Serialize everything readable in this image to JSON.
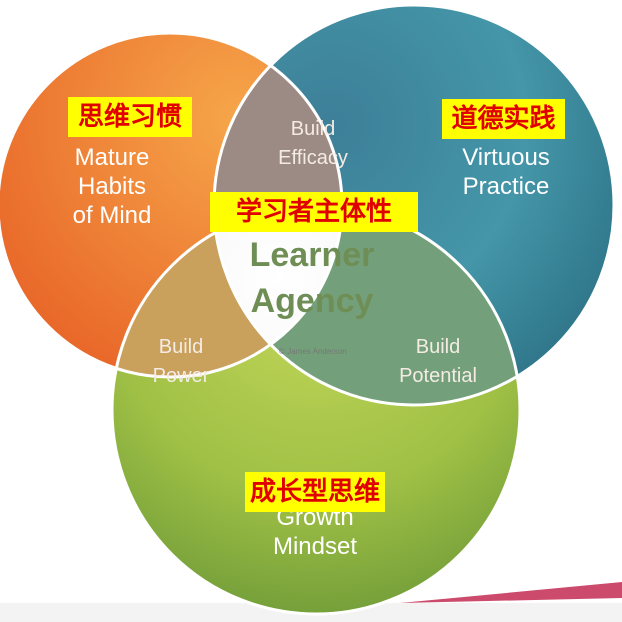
{
  "colors": {
    "orange": "#ef7d2e",
    "teal": "#3f8ea3",
    "green": "#a9c447",
    "label_bg": "#ffff00",
    "label_text": "#e00000",
    "agency": "#6f8e55",
    "accent_wedge": "#cc4a6c"
  },
  "circles": {
    "mind": {
      "cn": "思维习惯",
      "en": [
        "Mature",
        "Habits",
        "of Mind"
      ]
    },
    "practice": {
      "cn": "道德实践",
      "en": [
        "Virtuous",
        "Practice"
      ]
    },
    "growth": {
      "cn": "成长型思维",
      "en": [
        "Growth",
        "Mindset"
      ]
    }
  },
  "overlaps": {
    "efficacy": [
      "Build",
      "Efficacy"
    ],
    "power": [
      "Build",
      "Power"
    ],
    "potential": [
      "Build",
      "Potential"
    ]
  },
  "center": {
    "cn": "学习者主体性",
    "en": [
      "Learner",
      "Agency"
    ],
    "copyright": "© James Anderson"
  }
}
